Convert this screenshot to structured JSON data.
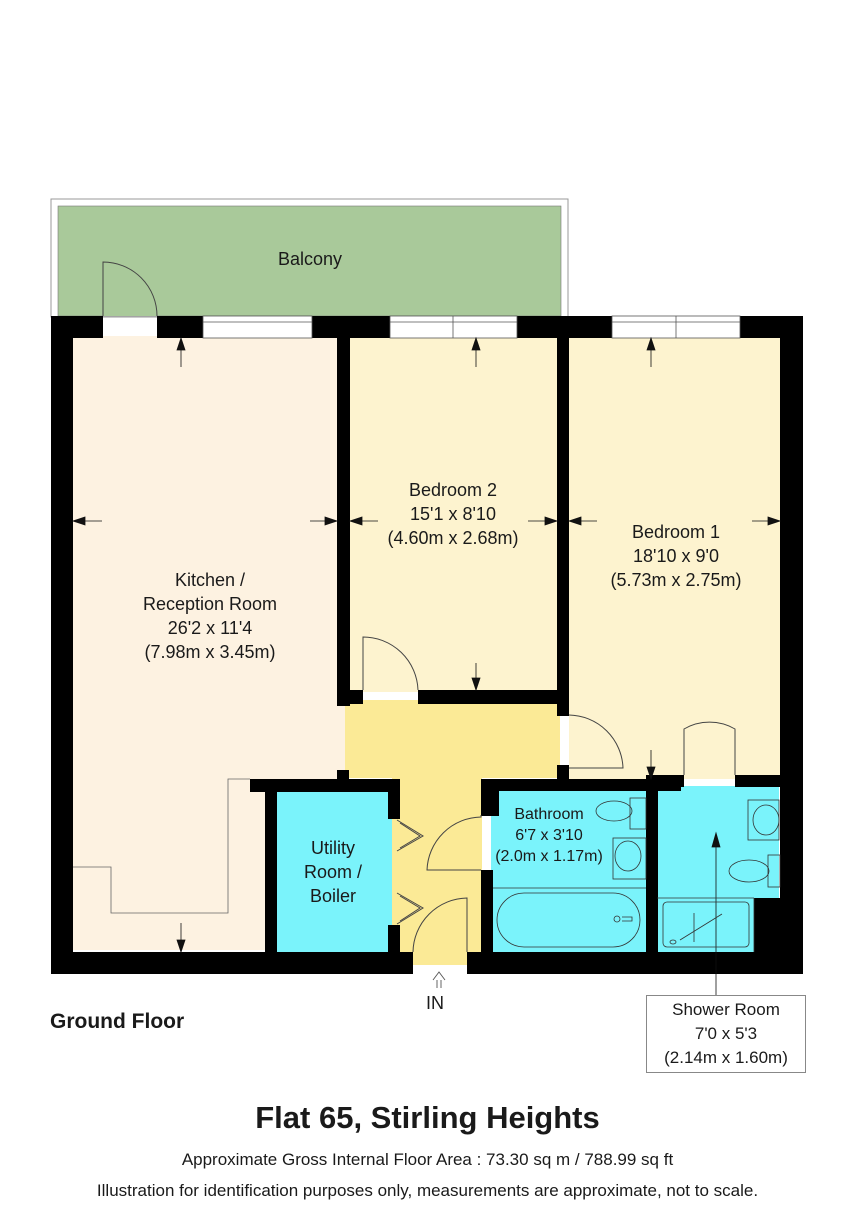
{
  "plan": {
    "floor_name": "Ground Floor",
    "entrance_label": "IN",
    "colors": {
      "wall": "#000000",
      "balcony": "#a9c99a",
      "kitchen": "#fdf2e1",
      "bedroom": "#fdf3cf",
      "hallway": "#fbea96",
      "wet_room": "#7af3fb"
    },
    "rooms": [
      {
        "name": "Balcony",
        "dims_imperial": "",
        "dims_metric": ""
      },
      {
        "name_line1": "Kitchen /",
        "name_line2": "Reception Room",
        "dims_imperial": "26'2 x 11'4",
        "dims_metric": "(7.98m x 3.45m)"
      },
      {
        "name": "Bedroom 2",
        "dims_imperial": "15'1 x 8'10",
        "dims_metric": "(4.60m x 2.68m)"
      },
      {
        "name": "Bedroom 1",
        "dims_imperial": "18'10 x 9'0",
        "dims_metric": "(5.73m x 2.75m)"
      },
      {
        "name_line1": "Utility",
        "name_line2": "Room /",
        "name_line3": "Boiler"
      },
      {
        "name": "Bathroom",
        "dims_imperial": "6'7 x 3'10",
        "dims_metric": "(2.0m x 1.17m)"
      },
      {
        "name": "Shower Room",
        "dims_imperial": "7'0 x 5'3",
        "dims_metric": "(2.14m x 1.60m)"
      }
    ]
  },
  "footer": {
    "title": "Flat 65, Stirling Heights",
    "area": "Approximate Gross Internal Floor Area : 73.30 sq m / 788.99 sq ft",
    "disclaimer": "Illustration for identification purposes only, measurements are approximate, not to scale."
  }
}
